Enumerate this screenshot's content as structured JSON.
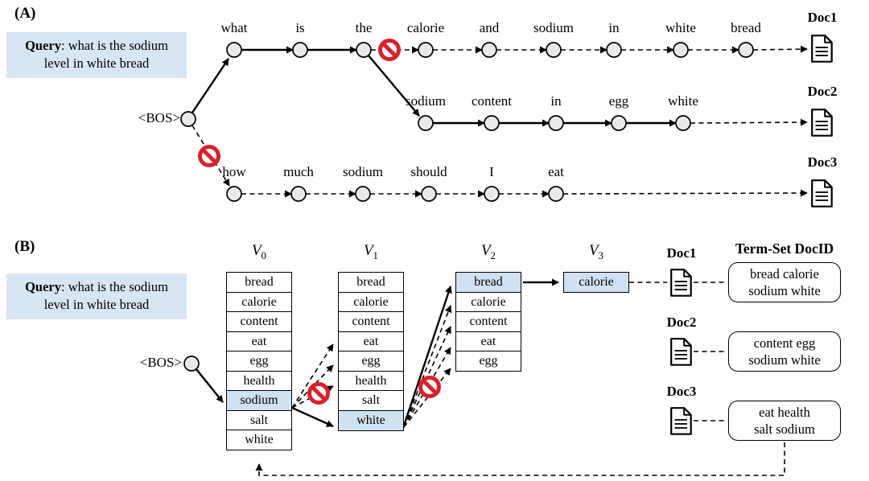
{
  "colors": {
    "query_bg": "#d7e6f4",
    "highlight": "#cfe2f3",
    "node_fill": "#e9e9e9",
    "prohibit": "#dd1f26"
  },
  "icons": {
    "document": "doc-icon",
    "blocked": "no-entry-icon"
  },
  "panelA": {
    "label": "(A)",
    "query": {
      "label": "Query",
      "rest": ": what is the sodium level in white bread"
    },
    "bos": "<BOS>",
    "row1": {
      "words": [
        "what",
        "is",
        "the",
        "calorie",
        "and",
        "sodium",
        "in",
        "white",
        "bread"
      ],
      "doc": "Doc1"
    },
    "row2": {
      "words": [
        "sodium",
        "content",
        "in",
        "egg",
        "white"
      ],
      "doc": "Doc2"
    },
    "row3": {
      "words": [
        "how",
        "much",
        "sodium",
        "should",
        "I",
        "eat"
      ],
      "doc": "Doc3"
    }
  },
  "panelB": {
    "label": "(B)",
    "query": {
      "label": "Query",
      "rest": ": what is the sodium level in white bread"
    },
    "bos": "<BOS>",
    "termset_header": "Term-Set DocID",
    "columns": [
      {
        "header_letter": "V",
        "header_sub": "0",
        "items": [
          "bread",
          "calorie",
          "content",
          "eat",
          "egg",
          "health",
          "sodium",
          "salt",
          "white"
        ],
        "highlight": "sodium"
      },
      {
        "header_letter": "V",
        "header_sub": "1",
        "items": [
          "bread",
          "calorie",
          "content",
          "eat",
          "egg",
          "health",
          "salt",
          "white"
        ],
        "highlight": "white"
      },
      {
        "header_letter": "V",
        "header_sub": "2",
        "items": [
          "bread",
          "calorie",
          "content",
          "eat",
          "egg"
        ],
        "highlight": "bread"
      },
      {
        "header_letter": "V",
        "header_sub": "3",
        "items": [
          "calorie"
        ],
        "highlight": "calorie"
      }
    ],
    "docs": [
      {
        "label": "Doc1",
        "termset_line1": "bread calorie",
        "termset_line2": "sodium white"
      },
      {
        "label": "Doc2",
        "termset_line1": "content egg",
        "termset_line2": "sodium white"
      },
      {
        "label": "Doc3",
        "termset_line1": "eat health",
        "termset_line2": "salt sodium"
      }
    ]
  }
}
